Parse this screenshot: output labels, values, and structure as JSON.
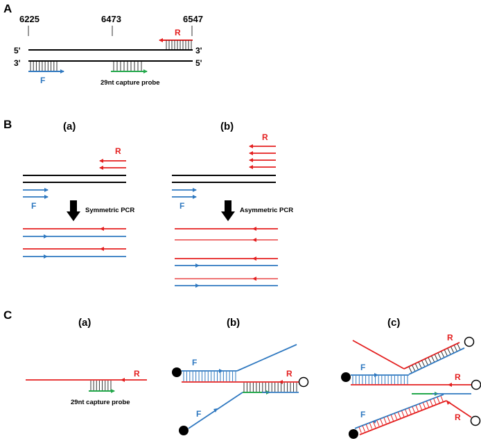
{
  "panelA": {
    "letter": "A",
    "positions": [
      "6225",
      "6473",
      "6547"
    ],
    "five_prime": "5'",
    "three_prime": "3'",
    "primer_r": "R",
    "primer_f": "F",
    "probe_label": "29nt capture probe"
  },
  "panelB": {
    "letter": "B",
    "sub_a": "(a)",
    "sub_b": "(b)",
    "primer_r": "R",
    "primer_f": "F",
    "symmetric_label": "Symmetric PCR",
    "asymmetric_label": "Asymmetric PCR"
  },
  "panelC": {
    "letter": "C",
    "sub_a": "(a)",
    "sub_b": "(b)",
    "sub_c": "(c)",
    "primer_r": "R",
    "primer_f": "F",
    "probe_label": "29nt capture probe"
  },
  "colors": {
    "reverse_primer": "#e41f1f",
    "forward_primer": "#2e78c0",
    "capture_probe": "#22a84a",
    "template": "#000000"
  },
  "icons": [
    "arrow-down-icon",
    "filled-circle-icon",
    "open-circle-icon"
  ]
}
